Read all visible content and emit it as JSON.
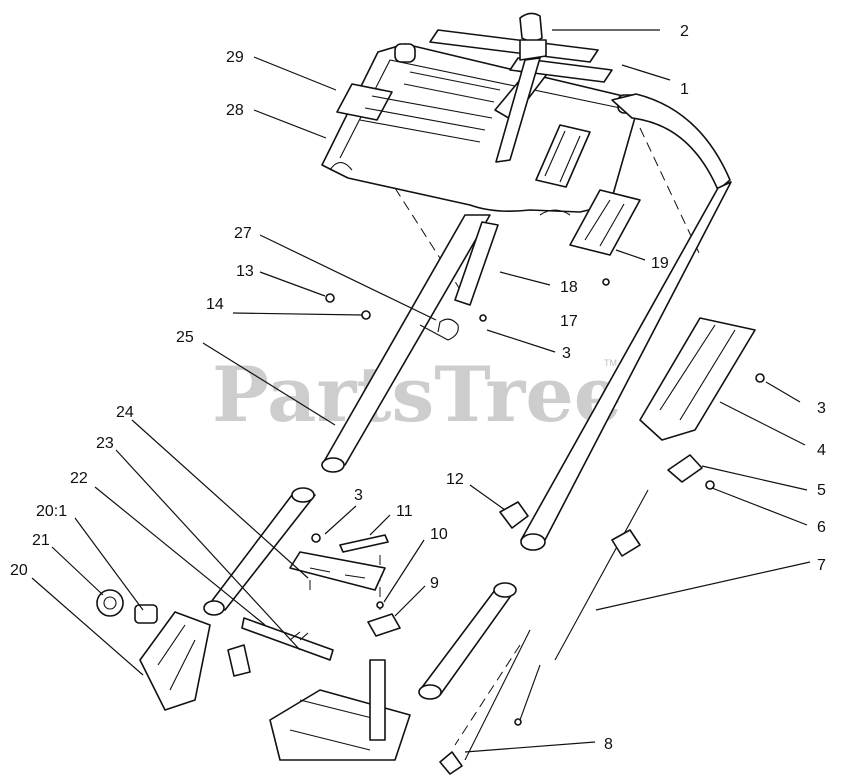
{
  "watermark": {
    "text": "PartsTree",
    "trademark": "TM"
  },
  "callouts": {
    "c1": "1",
    "c2": "2",
    "c3a": "3",
    "c3b": "3",
    "c3c": "3",
    "c4": "4",
    "c5": "5",
    "c6": "6",
    "c7": "7",
    "c8": "8",
    "c9": "9",
    "c10": "10",
    "c11": "11",
    "c12": "12",
    "c13": "13",
    "c14": "14",
    "c17": "17",
    "c18": "18",
    "c19": "19",
    "c20": "20",
    "c20_1": "20:1",
    "c21": "21",
    "c22": "22",
    "c23": "23",
    "c24": "24",
    "c25": "25",
    "c27": "27",
    "c28": "28",
    "c29": "29"
  }
}
